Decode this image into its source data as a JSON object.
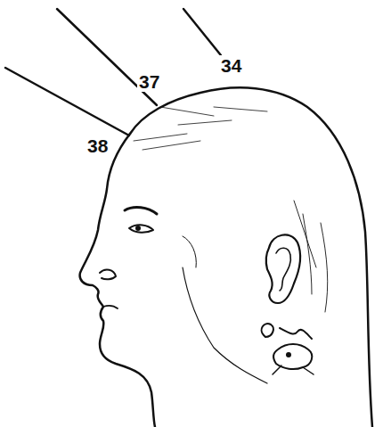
{
  "diagram": {
    "labels": [
      "38",
      "37",
      "34"
    ]
  }
}
